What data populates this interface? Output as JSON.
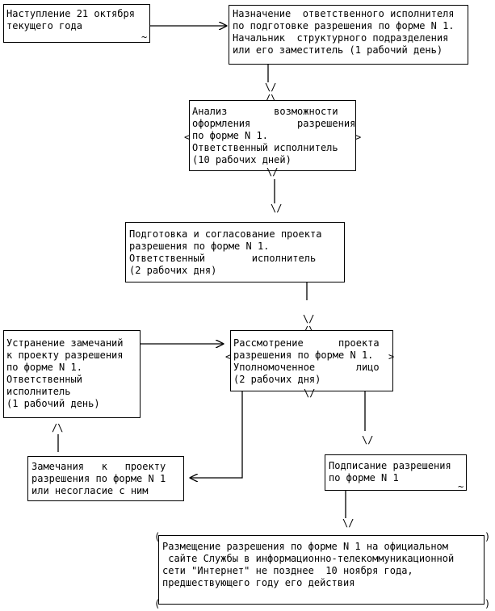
{
  "boxes": {
    "start": [
      "Наступление 21 октября",
      "текущего года"
    ],
    "assign": [
      "Назначение  ответственного исполнителя",
      "по подготовке разрешения по форме N 1.",
      "Начальник  структурного подразделения",
      "или его заместитель (1 рабочий день)"
    ],
    "analysis": [
      "Анализ        возможности",
      "оформления        разрешения",
      "по форме N 1.",
      "Ответственный исполнитель",
      "(10 рабочих дней)"
    ],
    "prepare": [
      "Подготовка и согласование проекта",
      "разрешения по форме N 1.",
      "Ответственный        исполнитель",
      "(2 рабочих дня)"
    ],
    "fix": [
      "Устранение замечаний",
      "к проекту разрешения",
      "по форме N 1.",
      "Ответственный",
      "исполнитель",
      "(1 рабочий день)"
    ],
    "review": [
      "Рассмотрение      проекта",
      "разрешения по форме N 1.",
      "Уполномоченное       лицо",
      "(2 рабочих дня)"
    ],
    "remarks": [
      "Замечания   к   проекту",
      "разрешения по форме N 1",
      "или несогласие с ним"
    ],
    "sign": [
      "Подписание разрешения",
      "по форме N 1"
    ],
    "publish": [
      "Размещение разрешения по форме N 1 на официальном",
      " сайте Службы в информационно-телекоммуникационной",
      "сети \"Интернет\" не позднее  10 ноября года,",
      "предшествующего году его действия"
    ]
  }
}
